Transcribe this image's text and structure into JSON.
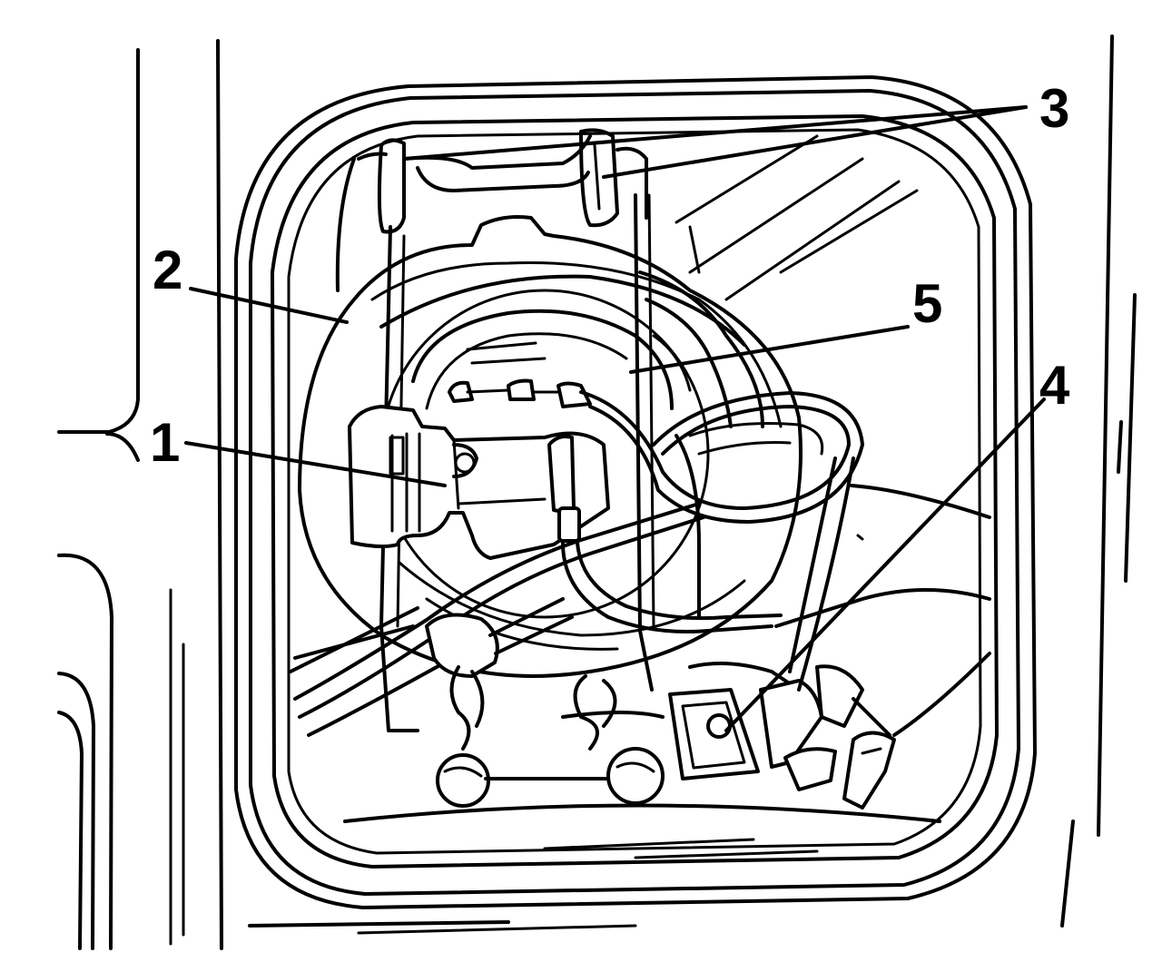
{
  "callouts": [
    {
      "id": "1",
      "label": "1"
    },
    {
      "id": "2",
      "label": "2"
    },
    {
      "id": "3",
      "label": "3"
    },
    {
      "id": "4",
      "label": "4"
    },
    {
      "id": "5",
      "label": "5"
    }
  ]
}
